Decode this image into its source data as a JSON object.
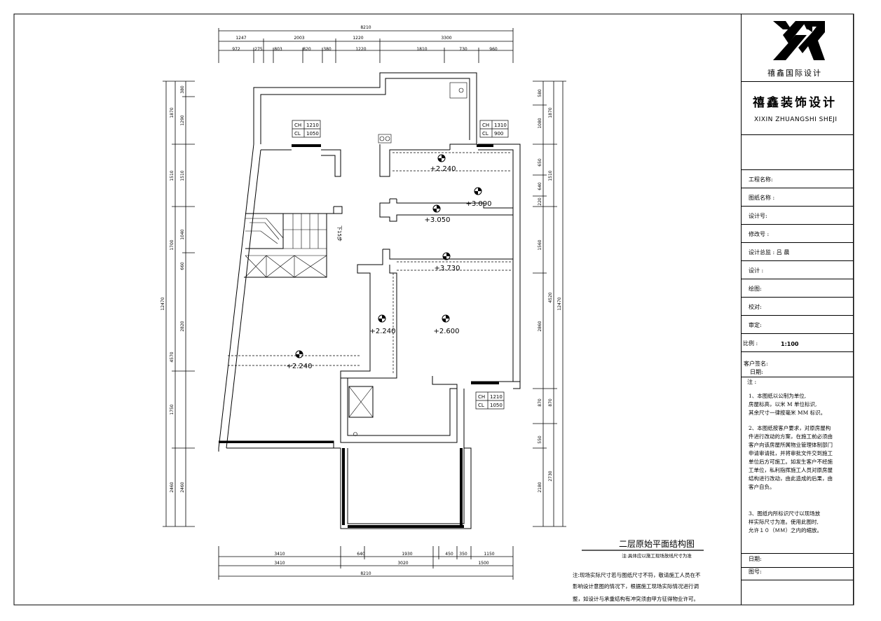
{
  "drawing": {
    "title": "二层原始平面结构图",
    "subtitle": "注:具体应以施工现场放线尺寸为准",
    "top_dims_outer": [
      "8210"
    ],
    "top_dims_mid": [
      "1247",
      "2003",
      "1220",
      "3300"
    ],
    "top_dims_inner": [
      "972",
      "275",
      "803",
      "820",
      "380",
      "1220",
      "1810",
      "730",
      "960"
    ],
    "bottom_dims_1": [
      "3410",
      "640",
      "1930",
      "450",
      "350",
      "1150"
    ],
    "bottom_dims_2": [
      "3410",
      "3020",
      "1500"
    ],
    "bottom_dims_3": [
      "8210"
    ],
    "left_dims_outer": [
      "1870",
      "1510",
      "1700",
      "12470",
      "4570",
      "1750",
      "2460"
    ],
    "left_dims_inner": [
      "380",
      "1290",
      "1510",
      "1040",
      "660",
      "2820",
      "2460"
    ],
    "right_dims_inner": [
      "580",
      "1080",
      "650",
      "640",
      "220",
      "1560",
      "2860",
      "870",
      "550",
      "2180"
    ],
    "right_dims_outer": [
      "1870",
      "1510",
      "4520",
      "870",
      "2730",
      "12470"
    ],
    "levels": [
      "+2.240",
      "+3.090",
      "+3.050",
      "+3.730",
      "+2.240",
      "+2.600",
      "+2.240"
    ],
    "windows": [
      {
        "ch_label": "CH",
        "ch": "1210",
        "cl_label": "CL",
        "cl": "1050"
      },
      {
        "ch_label": "CH",
        "ch": "1310",
        "cl_label": "CL",
        "cl": "900"
      },
      {
        "ch_label": "CH",
        "ch": "1210",
        "cl_label": "CL",
        "cl": "1050"
      }
    ],
    "stair_label": "下15步",
    "footnote": [
      "注:现场实际尺寸若与图纸尺寸不符，敬请施工人员在不",
      "影响设计意图的情况下，根据施工现场实际情况进行调",
      "整，如设计与承重结构有冲突须由甲方征得物业许可。"
    ]
  },
  "titleblock": {
    "logo_text": "禧鑫国际设计",
    "company_cn": "禧鑫装饰设计",
    "company_en": "XIXIN ZHUANGSHI SHEJI",
    "fields": {
      "project": "工程名称:",
      "drawing_name": "图纸名称 :",
      "design_no": "设计号:",
      "revision": "修改号 :",
      "director": "设计总监 :  吕  晨",
      "designer": "设计 :",
      "drafter": "绘图:",
      "checker": "校对:",
      "approver": "审定:",
      "scale_label": "比例 :",
      "scale_value": "1:100",
      "client_sign": "客户签名:",
      "date_inline": "日期:",
      "notes_label": "注 :",
      "date": "日期:",
      "sheet_no": "图号:"
    },
    "notes": [
      [
        "1、本图纸以公制为单位,",
        "房屋标高，以米 M 单位标识,",
        "其余尺寸一律按毫米 MM 标识。"
      ],
      [
        "2、本图纸按客户要求，对原房屋构",
        "件进行改动的方案，在施工前必须由",
        "客户向该房屋所属物业管理体制部门",
        "申请审请批，并将审批文件交到施工",
        "单位后方可施工。如发生客户不经施",
        "工单位，私利指挥施工人员对原房屋",
        "结构进行改动，由此造成的后果，由",
        "客户自负。"
      ],
      [
        "3、图纸内所标识尺寸以现场放",
        "样实际尺寸为准。使用此图时,",
        "允许１０（ＭＭ）之内的缩放。"
      ]
    ]
  }
}
